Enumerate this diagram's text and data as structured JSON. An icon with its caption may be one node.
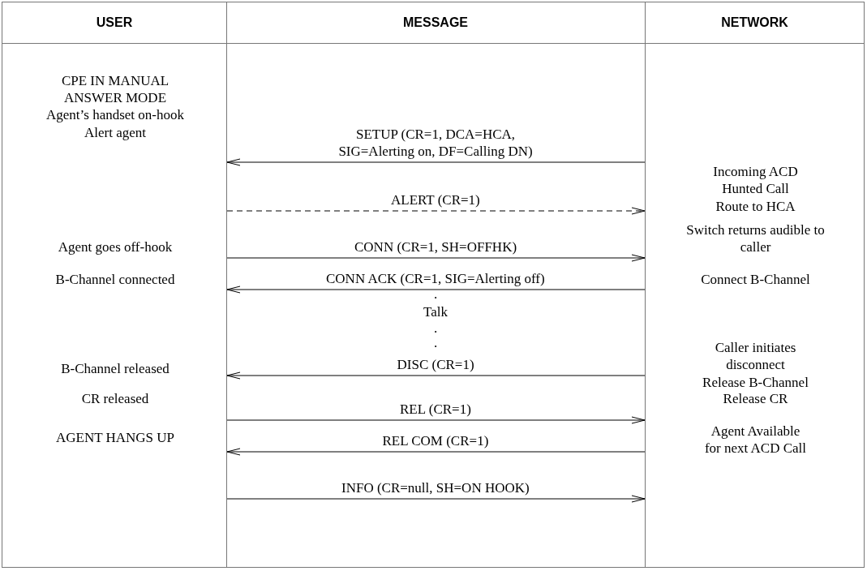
{
  "diagram": {
    "nodes": [
      {
        "text": [
          "USER",
          "CPE IN MANUAL ANSWER MODE",
          "Agent’s handset on-hook",
          "Alert agent",
          "Agent goes off-hook",
          "B-Channel connected",
          "B-Channel released",
          "CR released",
          "AGENT HANGS UP"
        ]
      },
      {
        "text": [
          "NETWORK",
          "Incoming ACD Hunted Call",
          "Route to HCA",
          "Switch returns audible to caller",
          "Connect B-Channel",
          "Caller initiates disconnect",
          "Release B-Channel",
          "Release CR",
          "Agent Available for next ACD Call"
        ]
      }
    ],
    "edges": [
      {
        "from": 1,
        "to": 0,
        "arrow": "to",
        "label": "SETUP (CR=1, DCA=HCA, SIG=Alerting on, DF=Calling DN)"
      },
      {
        "from": 0,
        "to": 1,
        "arrow": "to",
        "label": "ALERT (CR=1)",
        "style": "dashed"
      },
      {
        "from": 0,
        "to": 1,
        "arrow": "to",
        "label": "CONN (CR=1, SH=OFFHK)"
      },
      {
        "from": 1,
        "to": 0,
        "arrow": "to",
        "label": "CONN ACK (CR=1, SIG=Alerting off)"
      },
      {
        "from": 1,
        "to": 0,
        "arrow": "to",
        "label": "DISC (CR=1)"
      },
      {
        "from": 0,
        "to": 1,
        "arrow": "to",
        "label": "REL (CR=1)"
      },
      {
        "from": 1,
        "to": 0,
        "arrow": "to",
        "label": "REL COM (CR=1)"
      },
      {
        "from": 0,
        "to": 1,
        "arrow": "to",
        "label": "INFO (CR=null, SH=ON HOOK)"
      }
    ],
    "labels": [
      "MESSAGE",
      ".",
      "Talk",
      ".",
      "."
    ]
  }
}
